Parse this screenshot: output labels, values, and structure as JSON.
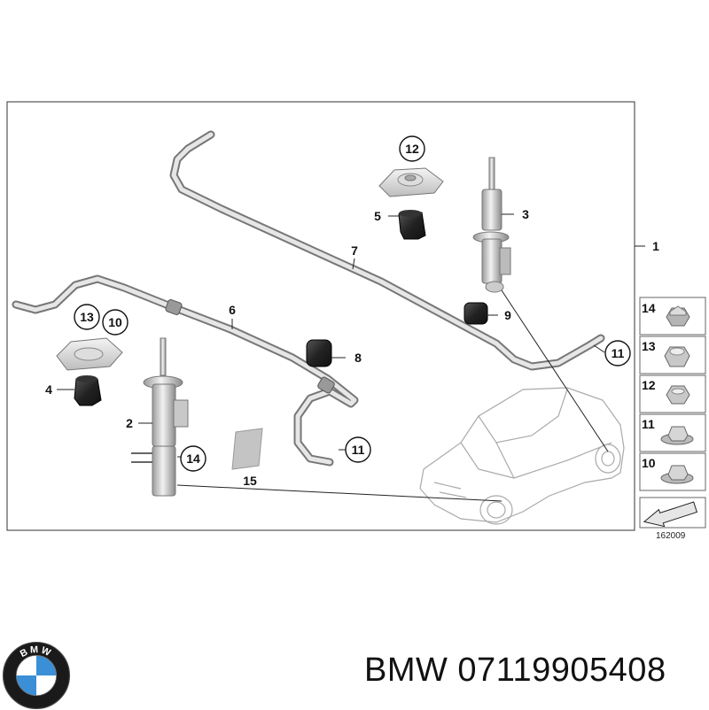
{
  "diagram": {
    "drawing_id": "162009",
    "callouts": [
      "1",
      "2",
      "3",
      "4",
      "5",
      "6",
      "7",
      "8",
      "9",
      "10",
      "11",
      "11",
      "12",
      "13",
      "14",
      "15"
    ],
    "side_items": [
      "14",
      "13",
      "12",
      "11",
      "10"
    ]
  },
  "footer": {
    "brand": "BMW",
    "part_number": "07119905408",
    "text": "BMW 07119905408"
  },
  "logo": {
    "letters": "BMW",
    "colors": {
      "blue": "#3a8fd6",
      "white": "#ffffff",
      "ring": "#1a1a1a"
    }
  }
}
